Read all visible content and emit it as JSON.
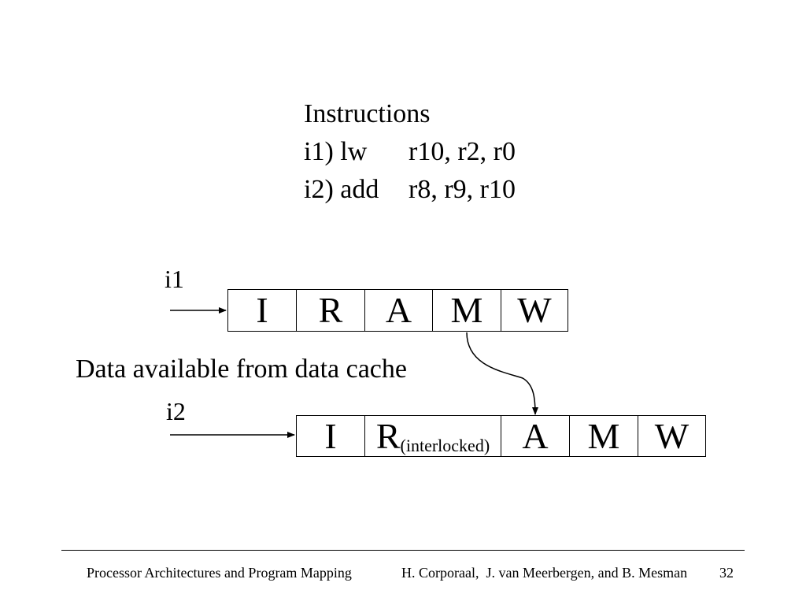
{
  "instructions": {
    "heading": "Instructions",
    "line1_label": "i1) lw",
    "line1_operands": "r10, r2, r0",
    "line2_label": "i2) add",
    "line2_operands": "r8, r9, r10"
  },
  "i1": {
    "label": "i1",
    "stages": [
      "I",
      "R",
      "A",
      "M",
      "W"
    ]
  },
  "i2": {
    "label": "i2",
    "stages": [
      "I",
      "R",
      "A",
      "M",
      "W"
    ],
    "stage_r_note": "(interlocked)"
  },
  "forwarding_note": "Data available from data cache",
  "footer": {
    "left": "Processor Architectures and Program Mapping",
    "right": "H. Corporaal,  J. van Meerbergen, and B. Mesman",
    "page": "32"
  }
}
